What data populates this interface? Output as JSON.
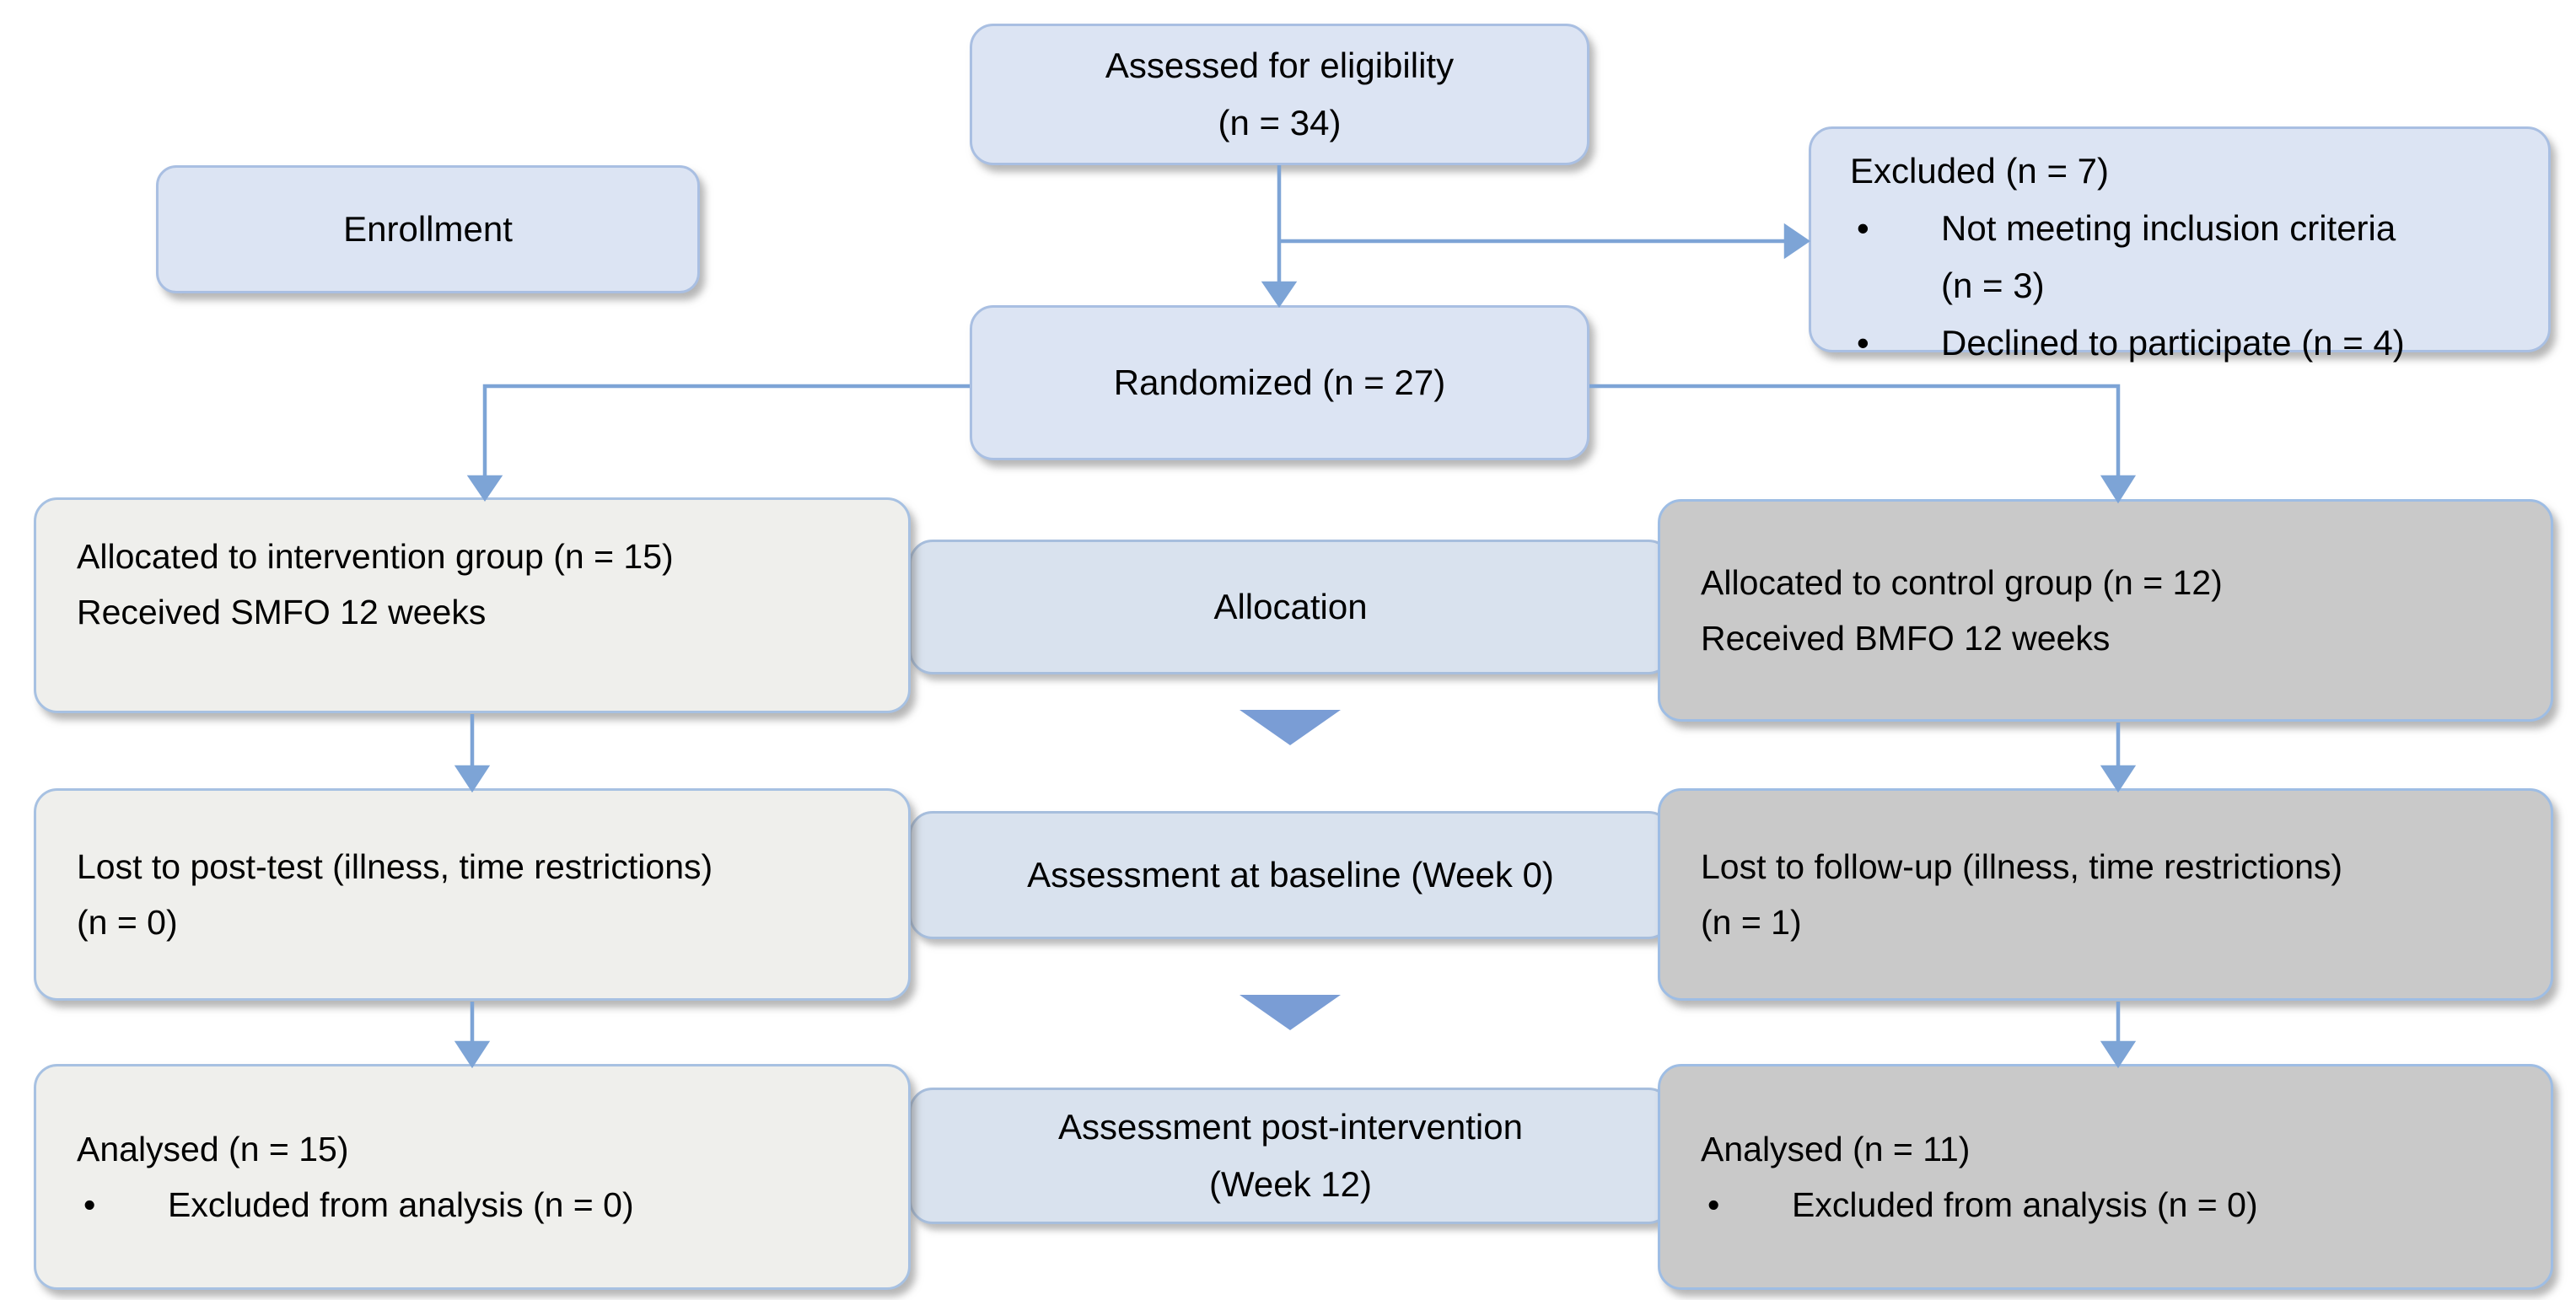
{
  "glyphs": {
    "bullet": "•"
  },
  "colors": {
    "box-blue-fill": "#dce4f3",
    "box-blue-border": "#a9bfe2",
    "stage-fill": "#d9e2ee",
    "stage-border": "#a7bedd",
    "light-fill": "#efefec",
    "light-border": "#a7c1e2",
    "gray-fill": "#c9c9c9",
    "gray-border": "#9ebde4",
    "connector": "#7da4d6",
    "text": "#000000"
  },
  "nodes": {
    "assessed": "Assessed for eligibility\n(n = 34)",
    "enrollment": "Enrollment",
    "excluded": {
      "title": "Excluded (n = 7)",
      "items": [
        "Not meeting inclusion criteria\n(n = 3)",
        "Declined to participate (n = 4)"
      ]
    },
    "randomized": "Randomized (n = 27)",
    "allocation_intervention": "Allocated to intervention group (n = 15)\nReceived SMFO 12 weeks",
    "stage_allocation": "Allocation",
    "allocation_control": "Allocated to control group (n = 12)\nReceived BMFO 12 weeks",
    "lost_intervention": "Lost to post-test (illness, time restrictions)\n(n = 0)",
    "stage_baseline": "Assessment at baseline (Week 0)",
    "lost_control": "Lost to follow-up (illness, time restrictions)\n(n = 1)",
    "analysed_intervention": {
      "title": "Analysed (n = 15)",
      "items": [
        "Excluded from analysis (n = 0)"
      ]
    },
    "stage_post": "Assessment post-intervention\n(Week 12)",
    "analysed_control": {
      "title": "Analysed (n = 11)",
      "items": [
        "Excluded from analysis (n = 0)"
      ]
    }
  }
}
